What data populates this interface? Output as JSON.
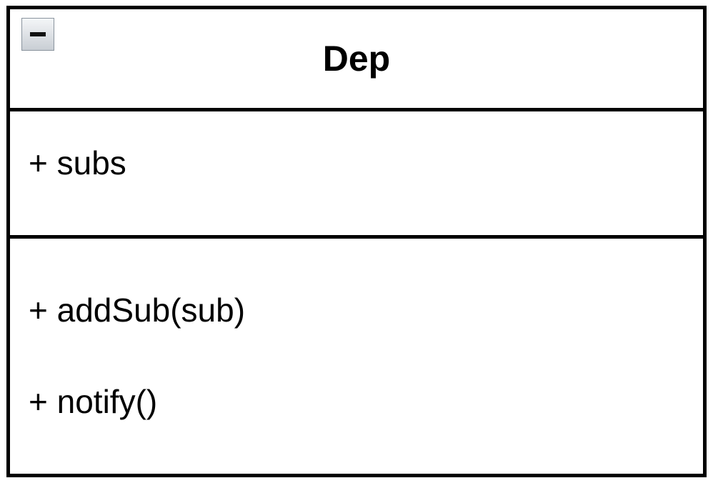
{
  "class_box": {
    "name": "Dep",
    "collapse_icon": "minus",
    "attributes": [
      "+ subs"
    ],
    "methods": [
      "+ addSub(sub)",
      "+ notify()"
    ]
  }
}
